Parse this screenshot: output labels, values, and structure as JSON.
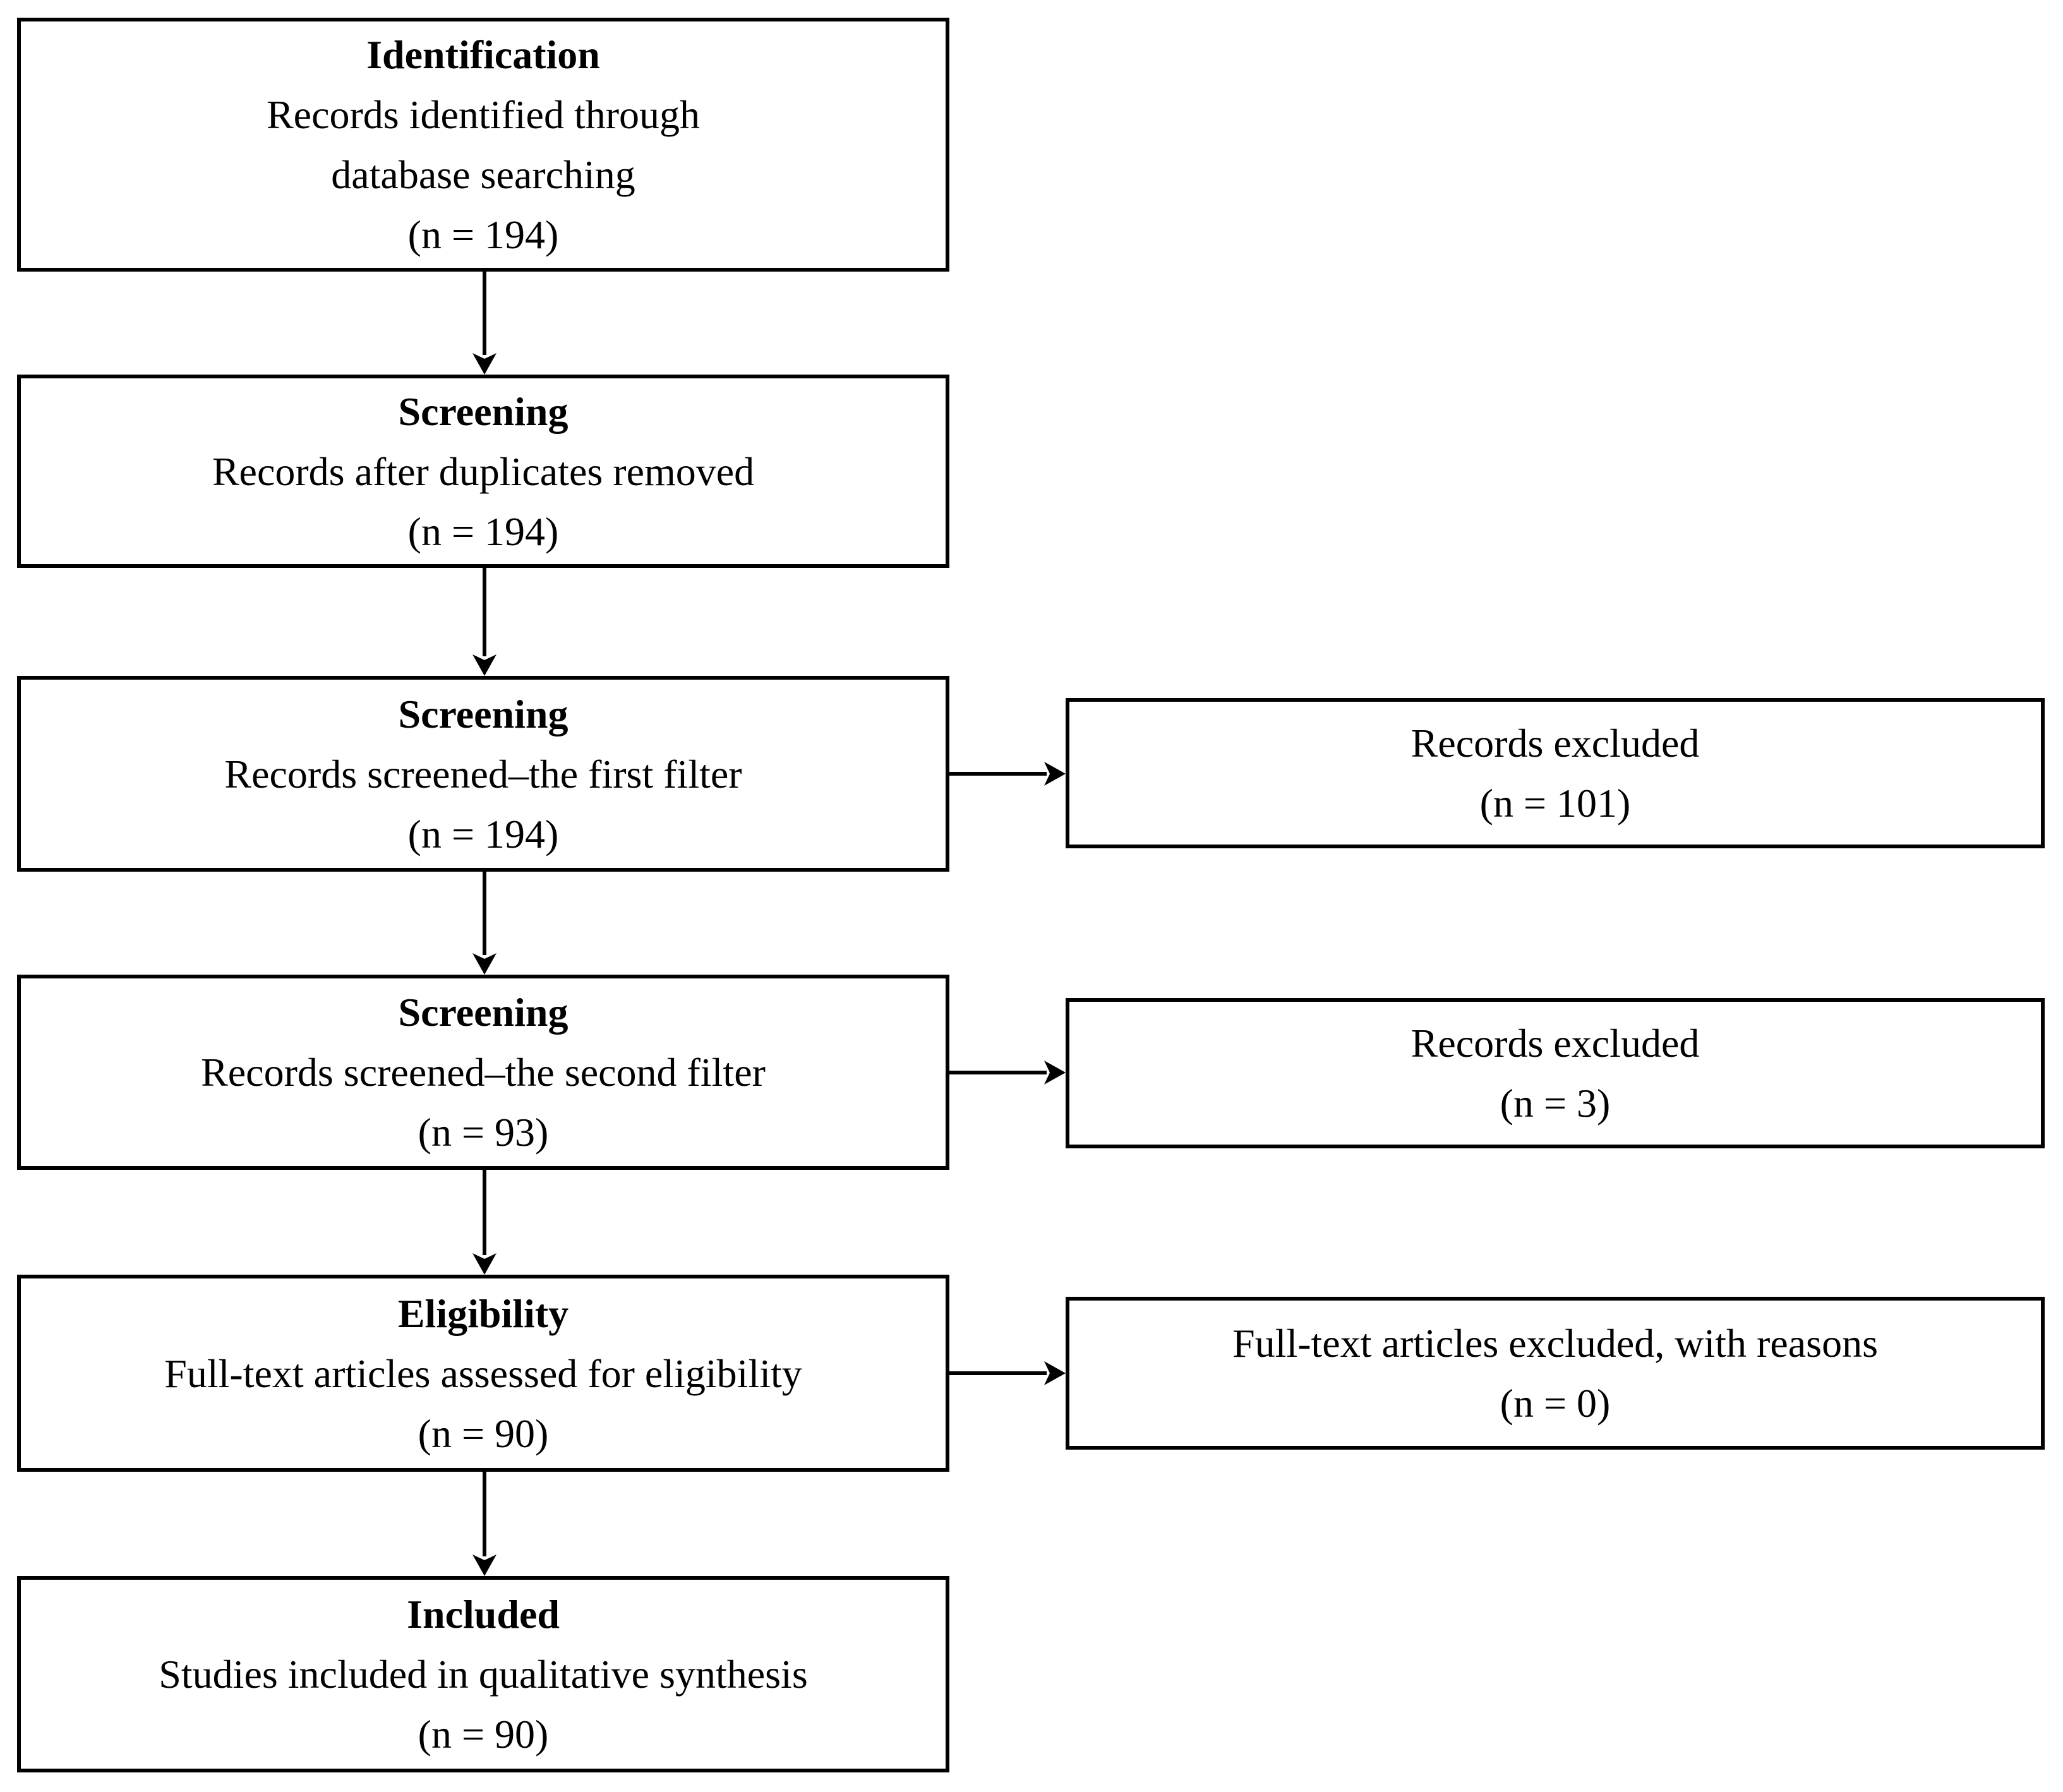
{
  "diagram": {
    "background_color": "#ffffff",
    "line_color": "#000000",
    "stages": [
      {
        "stage": "Identification",
        "body": "Records identified through",
        "body2": "database searching",
        "count": "(n = 194)"
      },
      {
        "stage": "Screening",
        "body": "Records after duplicates removed",
        "count": "(n = 194)"
      },
      {
        "stage": "Screening",
        "body": "Records screened–the first filter",
        "count": "(n = 194)"
      },
      {
        "stage": "Screening",
        "body": "Records screened–the second filter",
        "count": "(n = 93)"
      },
      {
        "stage": "Eligibility",
        "body": "Full-text articles assessed for eligibility",
        "count": "(n = 90)"
      },
      {
        "stage": "Included",
        "body": "Studies included in qualitative synthesis",
        "count": "(n = 90)"
      }
    ],
    "exclusions": [
      {
        "body": "Records excluded",
        "count": "(n = 101)"
      },
      {
        "body": "Records excluded",
        "count": "(n = 3)"
      },
      {
        "body": "Full-text articles excluded, with reasons",
        "count": "(n = 0)"
      }
    ]
  }
}
